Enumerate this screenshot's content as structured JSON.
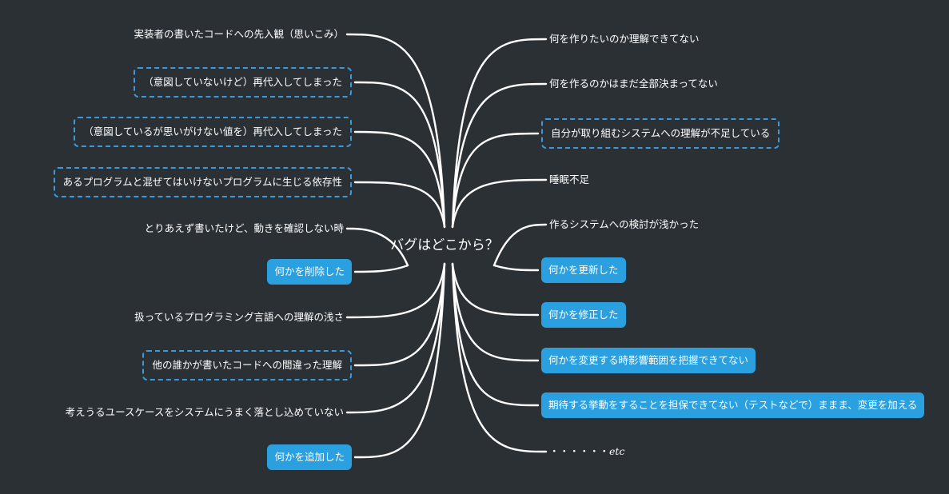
{
  "central_topic": "バグはどこから？",
  "left_branches": [
    {
      "id": "l1",
      "text": "実装者の書いたコードへの先入観（思いこみ）",
      "style": "plain"
    },
    {
      "id": "l2",
      "text": "（意図していないけど）再代入してしまった",
      "style": "dashed"
    },
    {
      "id": "l3",
      "text": "（意図しているが思いがけない値を）再代入してしまった",
      "style": "dashed"
    },
    {
      "id": "l4",
      "text": "あるプログラムと混ぜてはいけないプログラムに生じる依存性",
      "style": "dashed"
    },
    {
      "id": "l5",
      "text": "とりあえず書いたけど、動きを確認しない時",
      "style": "plain"
    },
    {
      "id": "l6",
      "text": "何かを削除した",
      "style": "filled"
    },
    {
      "id": "l7",
      "text": "扱っているプログラミング言語への理解の浅さ",
      "style": "plain"
    },
    {
      "id": "l8",
      "text": "他の誰かが書いたコードへの間違った理解",
      "style": "dashed"
    },
    {
      "id": "l9",
      "text": "考えうるユースケースをシステムにうまく落とし込めていない",
      "style": "plain"
    },
    {
      "id": "l10",
      "text": "何かを追加した",
      "style": "filled"
    }
  ],
  "right_branches": [
    {
      "id": "r1",
      "text": "何を作りたいのか理解できてない",
      "style": "plain"
    },
    {
      "id": "r2",
      "text": "何を作るのかはまだ全部決まってない",
      "style": "plain"
    },
    {
      "id": "r3",
      "text": "自分が取り組むシステムへの理解が不足している",
      "style": "dashed"
    },
    {
      "id": "r4",
      "text": "睡眠不足",
      "style": "plain"
    },
    {
      "id": "r5",
      "text": "作るシステムへの検討が浅かった",
      "style": "plain"
    },
    {
      "id": "r6",
      "text": "何かを更新した",
      "style": "filled"
    },
    {
      "id": "r7",
      "text": "何かを修正した",
      "style": "filled"
    },
    {
      "id": "r8",
      "text": "何かを変更する時影響範囲を把握できてない",
      "style": "filled"
    },
    {
      "id": "r9",
      "text": "期待する挙動をすることを担保できてない（テストなどで）ままま、変更を加える",
      "style": "filled"
    },
    {
      "id": "r10",
      "dots": "・・・・・・",
      "etc": "etc",
      "style": "plain"
    }
  ],
  "colors": {
    "background": "#2b3034",
    "connector": "#ffffff",
    "dashed_border": "#3a9bdc",
    "filled_box": "#2aa0e0",
    "text": "#ffffff"
  }
}
